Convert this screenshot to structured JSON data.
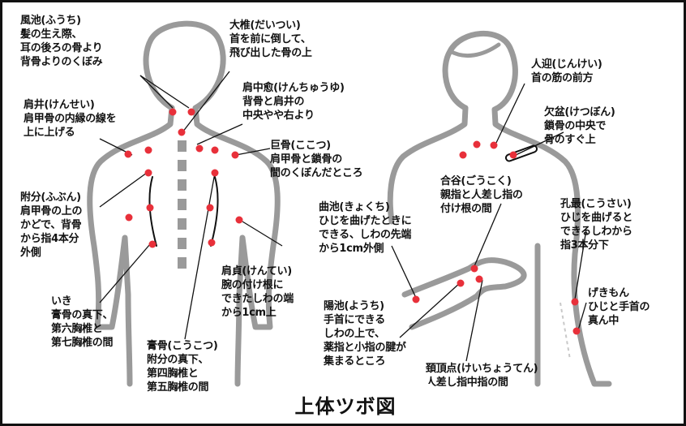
{
  "title": "上体ツボ図",
  "colors": {
    "point": "#e8303a",
    "outline": "#9a9a9a",
    "spine": "#9a9a9a",
    "line": "#111111"
  },
  "labels": {
    "fuuchi": [
      "風池(ふうち)",
      "髪の生え際、",
      "耳の後ろの骨より",
      "背骨よりのくぼみ"
    ],
    "daitsui": [
      "大椎(だいつい)",
      "首を前に倒して、",
      "飛び出した骨の上"
    ],
    "kenchuuyu": [
      "肩中愈(けんちゅうゆ)",
      "背骨と肩井の",
      "中央やや右より"
    ],
    "kensei": [
      "肩井(けんせい)",
      "肩甲骨の内縁の線を",
      "上に上げる"
    ],
    "kokotsu": [
      "巨骨(ここつ)",
      "肩甲骨と鎖骨の",
      "間のくぼんだところ"
    ],
    "fubun": [
      "附分(ふぶん)",
      "肩甲骨の上の",
      "かどで、背骨",
      "から指4本分",
      "外側"
    ],
    "iki": [
      "いき",
      "膏骨の真下、",
      "第六胸椎と",
      "第七胸椎の間"
    ],
    "kentei": [
      "肩貞(けんてい)",
      "腕の付け根に",
      "できたしわの端",
      "から1cm上"
    ],
    "kokotsu2": [
      "膏骨(こうこつ)",
      "附分の真下、",
      "第四胸椎と",
      "第五胸椎の間"
    ],
    "jingei": [
      "人迎(じんけい)",
      "首の筋の前方"
    ],
    "ketsubon": [
      "欠盆(けつぼん)",
      "鎖骨の中央で",
      "骨のすぐ上"
    ],
    "goukoku": [
      "合谷(ごうこく)",
      "親指と人差し指の",
      "付け根の間"
    ],
    "kyokuchi": [
      "曲池(きょくち)",
      "ひじを曲げたときに",
      "できる、しわの先端",
      "から1cm外側"
    ],
    "kousai": [
      "孔最(こうさい)",
      "ひじを曲げると",
      "できるしわから",
      "指3本分下"
    ],
    "gekimon": [
      "げきもん",
      "ひじと手首の",
      "真ん中"
    ],
    "youchi": [
      "陽池(ようち)",
      "手首にできる",
      "しわの上で、",
      "薬指と小指の腱が",
      "集まるところ"
    ],
    "keichouten": [
      "頚頂点(けいちょうてん)",
      "人差し指中指の間"
    ]
  }
}
